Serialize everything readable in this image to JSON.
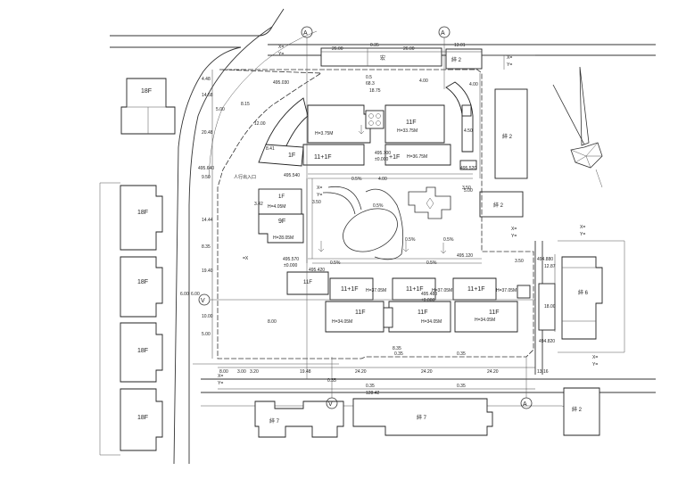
{
  "axis_markers": [
    {
      "id": "top-left",
      "label": "A"
    },
    {
      "id": "top-right",
      "label": "A"
    },
    {
      "id": "left",
      "label": "V"
    },
    {
      "id": "bottom-left",
      "label": "V"
    },
    {
      "id": "bottom-right",
      "label": "A"
    }
  ],
  "neighbors": {
    "top_left_block": "18F",
    "left_blocks": [
      "18F",
      "18F",
      "18F",
      "18F"
    ],
    "top_strip": "宏",
    "top_right": "綷 2",
    "right_tall": "綷 2",
    "right_mid": "綷 2",
    "right_block": "綷 6",
    "bottom_right": "綷 2",
    "bottom_left": "綷 7",
    "bottom_mid": "綷 7"
  },
  "buildings": {
    "north_left": {
      "height": "H=3.75M"
    },
    "north_right": {
      "floors": "11F",
      "height": "H=33.75M"
    },
    "north_mid_left": {
      "floors": "11+1F"
    },
    "north_mid_right": {
      "floors": "+1F",
      "height": "H=36.75M"
    },
    "one_f": {
      "floors": "1F"
    },
    "west_small": {
      "floors": "1F",
      "height": "H=4.05M"
    },
    "west_mid": {
      "floors": "9F",
      "height": "H=28.05M"
    },
    "south_11f": {
      "floors": "11F"
    },
    "south_row_1": {
      "floors": "11+1F",
      "height": "H=37.05M"
    },
    "south_row_2": {
      "floors": "11+1F",
      "height": "H=37.05M"
    },
    "south_row_3": {
      "floors": "11+1F",
      "height": "H=37.05M"
    },
    "south_low_1": {
      "floors": "11F",
      "height": "H=34.05M"
    },
    "south_low_2": {
      "floors": "11F",
      "height": "H=34.05M"
    },
    "south_low_3": {
      "floors": "11F",
      "height": "H=34.05M"
    }
  },
  "elevations": {
    "e1": "495.030",
    "e2": "495.640",
    "e3": "495.700",
    "e4": "±0.000",
    "e5": "495.520",
    "e6": "495.540",
    "e7": "495.570",
    "e8": "±0.000",
    "e9": "495.420",
    "e10": "495.120",
    "e11": "494.880",
    "e12": "495.480",
    "e13": "±0.000",
    "e14": "494.820"
  },
  "slopes": {
    "s1": "0.5%",
    "s2": "0.5%",
    "s3": "0.5%",
    "s4": "0.5%",
    "s5": "0.5%",
    "s6": "0.5%"
  },
  "dimensions": {
    "top": [
      "26.00",
      "0.35",
      "26.00",
      "13.01"
    ],
    "bottom_row": [
      "8.00",
      "3.00",
      "3.20",
      "19.48",
      "24.20",
      "24.20",
      "24.20",
      "13.16"
    ],
    "bottom_mid": [
      "0.35",
      "0.35",
      "0.35"
    ],
    "bottom_total": [
      "0.35",
      "128.42",
      "0.35"
    ],
    "left_stack": [
      "4.48",
      "14.58",
      "20.48",
      "9.50",
      "14.44",
      "8.35",
      "19.40",
      "10.00",
      "5.00"
    ],
    "left_road": [
      "6.00",
      "6.00"
    ],
    "right_stack": [
      "4.00",
      "4.50",
      "5.00",
      "12.87",
      "18.00"
    ],
    "curve": [
      "5.00",
      "8.15",
      "12.00",
      "3.42",
      "8.41"
    ],
    "inner": [
      "0.5",
      "68.3",
      "18.75",
      "4.00",
      "3.50",
      "4.00",
      "3.50",
      "8.00",
      "8.35",
      "3.50"
    ]
  },
  "coords": {
    "x": "X=",
    "y": "Y="
  },
  "labels": {
    "entrance": "人行出入口",
    "x_arrow": "=X"
  }
}
